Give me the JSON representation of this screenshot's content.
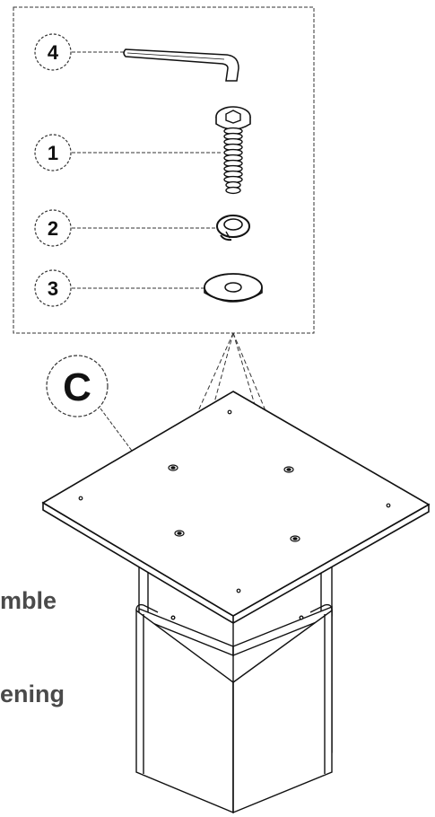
{
  "callouts": {
    "hex_key": "4",
    "bolt": "1",
    "spring_washer": "2",
    "flat_washer": "3",
    "tabletop": "C"
  },
  "captions": {
    "line1": "mble",
    "line2": "ening"
  },
  "colors": {
    "line": "#111111",
    "caption": "#4a4a4a",
    "dash": "#333333"
  }
}
